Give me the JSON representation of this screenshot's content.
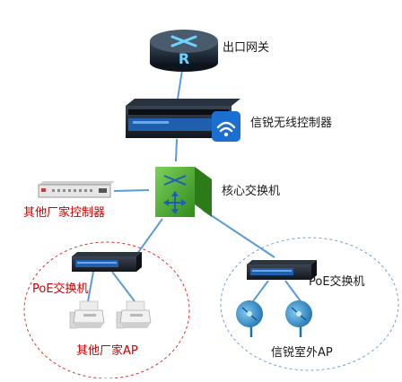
{
  "labels": {
    "gateway": "出口网关",
    "controller": "信锐无线控制器",
    "core_switch": "核心交换机",
    "other_controller": "其他厂家控制器",
    "poe_left": "PoE交换机",
    "other_ap": "其他厂家AP",
    "poe_right": "PoE交换机",
    "outdoor_ap": "信锐室外AP"
  },
  "colors": {
    "link": "#5b9bd5",
    "label_dark": "#1a1a1a",
    "label_red": "#d40000",
    "zone_red": "#e03030",
    "zone_blue": "#6fa0d8",
    "router": "#1e2a38",
    "switch_green": "#4aa52a"
  },
  "icons": {
    "gateway": "router-icon",
    "controller": "wireless-controller-icon",
    "core_switch": "core-switch-icon",
    "other_controller": "rack-controller-icon",
    "poe_left": "poe-switch-icon",
    "poe_right": "poe-switch-icon",
    "other_ap": "indoor-ap-icon",
    "outdoor_ap": "outdoor-ap-icon"
  }
}
